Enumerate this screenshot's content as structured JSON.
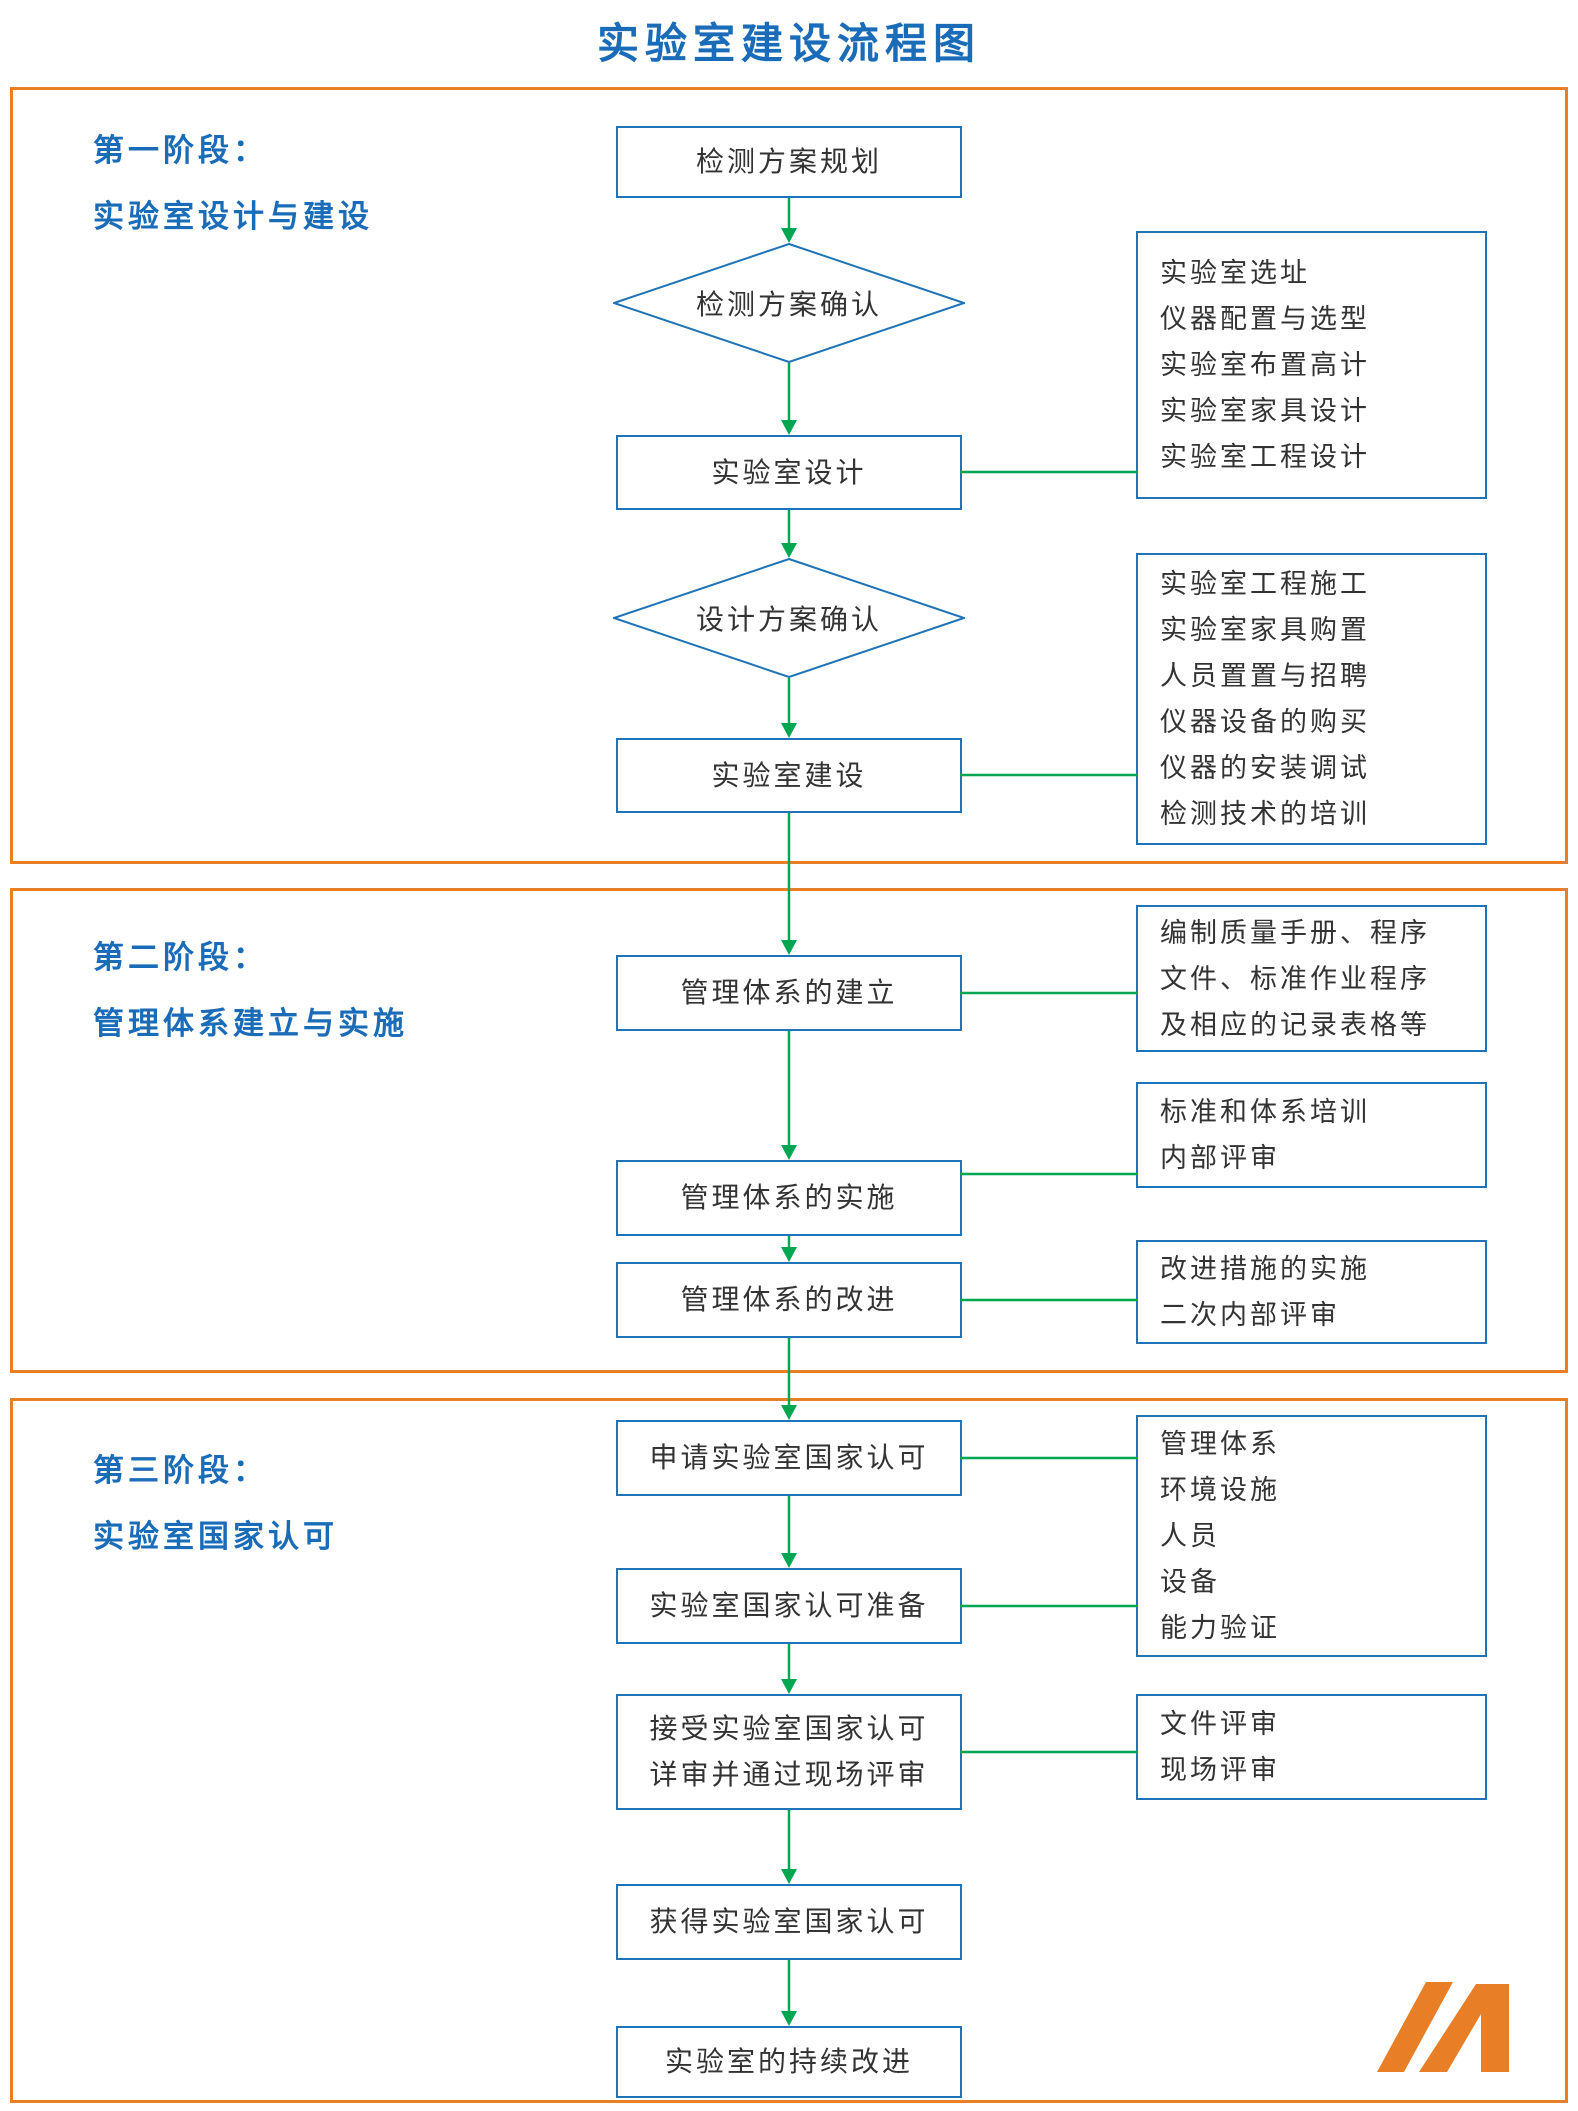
{
  "title": "实验室建设流程图",
  "stages": [
    {
      "lines": [
        "第一阶段：",
        "实验室设计与建设"
      ]
    },
    {
      "lines": [
        "第二阶段：",
        "管理体系建立与实施"
      ]
    },
    {
      "lines": [
        "第三阶段：",
        "实验室国家认可"
      ]
    }
  ],
  "flow_nodes": [
    {
      "lines": [
        "检测方案规划"
      ]
    },
    {
      "lines": [
        "检测方案确认"
      ]
    },
    {
      "lines": [
        "实验室设计"
      ]
    },
    {
      "lines": [
        "设计方案确认"
      ]
    },
    {
      "lines": [
        "实验室建设"
      ]
    },
    {
      "lines": [
        "管理体系的建立"
      ]
    },
    {
      "lines": [
        "管理体系的实施"
      ]
    },
    {
      "lines": [
        "管理体系的改进"
      ]
    },
    {
      "lines": [
        "申请实验室国家认可"
      ]
    },
    {
      "lines": [
        "实验室国家认可准备"
      ]
    },
    {
      "lines": [
        "接受实验室国家认可",
        "详审并通过现场评审"
      ]
    },
    {
      "lines": [
        "获得实验室国家认可"
      ]
    },
    {
      "lines": [
        "实验室的持续改进"
      ]
    }
  ],
  "side_boxes": [
    {
      "lines": [
        "实验室选址",
        "仪器配置与选型",
        "实验室布置高计",
        "实验室家具设计",
        "实验室工程设计"
      ]
    },
    {
      "lines": [
        "实验室工程施工",
        "实验室家具购置",
        "人员置置与招聘",
        "仪器设备的购买",
        "仪器的安装调试",
        "检测技术的培训"
      ]
    },
    {
      "lines": [
        "编制质量手册、程序",
        "文件、标准作业程序",
        "及相应的记录表格等"
      ]
    },
    {
      "lines": [
        "标准和体系培训",
        "内部评审"
      ]
    },
    {
      "lines": [
        "改进措施的实施",
        "二次内部评审"
      ]
    },
    {
      "lines": [
        "管理体系",
        "环境设施",
        "人员",
        "设备",
        "能力验证"
      ]
    },
    {
      "lines": [
        "文件评审",
        "现场评审"
      ]
    }
  ],
  "colors": {
    "accent_orange": "#e87f27",
    "primary_blue": "#1a6cb8",
    "box_border_blue": "#1f74b8",
    "connector_green": "#00a651",
    "text_dark": "#333333"
  }
}
